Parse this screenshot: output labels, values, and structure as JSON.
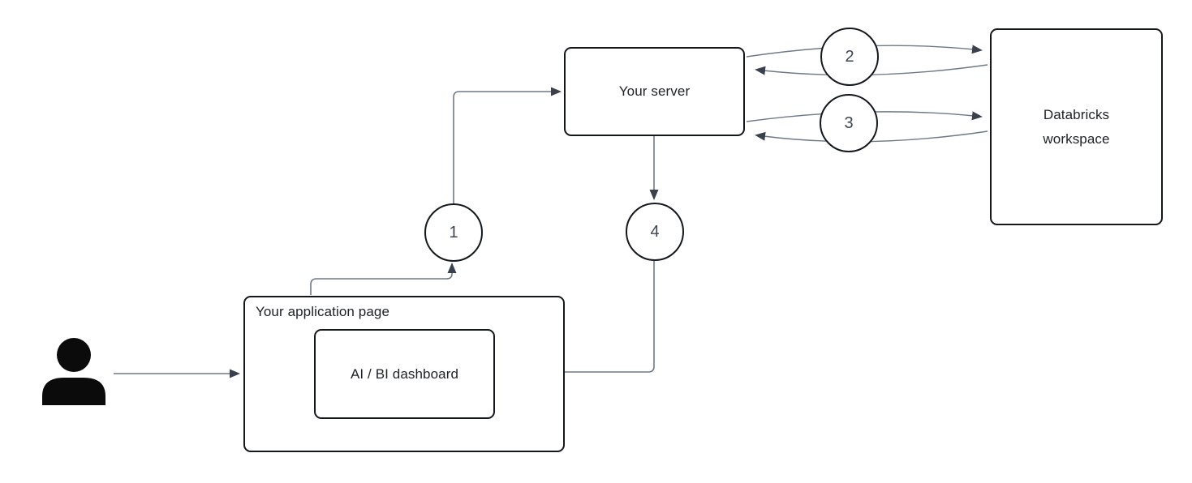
{
  "diagram": {
    "type": "flow-diagram",
    "colors": {
      "background": "#ffffff",
      "box_border": "#14181d",
      "arrow_line": "#6e7987",
      "arrowhead": "#3a414d",
      "label_text": "#1d2127",
      "step_number_text": "#3f4650",
      "person_icon_fill": "#0b0b0b"
    },
    "nodes": {
      "application_page": {
        "label": "Your application page"
      },
      "dashboard": {
        "label": "AI / BI dashboard"
      },
      "server": {
        "label": "Your server"
      },
      "workspace": {
        "label": "Databricks workspace"
      }
    },
    "steps": [
      {
        "number": "1"
      },
      {
        "number": "2"
      },
      {
        "number": "3"
      },
      {
        "number": "4"
      }
    ],
    "actors": [
      {
        "icon": "person-icon"
      }
    ],
    "edges": [
      {
        "from": "user",
        "to": "application_page",
        "style": "straight"
      },
      {
        "from": "application_page",
        "to": "server",
        "step": "1",
        "style": "elbow"
      },
      {
        "from": "server",
        "to": "workspace",
        "step": "2",
        "style": "curved-pair",
        "bidirectional": true
      },
      {
        "from": "server",
        "to": "workspace",
        "step": "3",
        "style": "curved-pair",
        "bidirectional": true
      },
      {
        "from": "server",
        "to": "dashboard",
        "step": "4",
        "style": "elbow"
      }
    ]
  }
}
